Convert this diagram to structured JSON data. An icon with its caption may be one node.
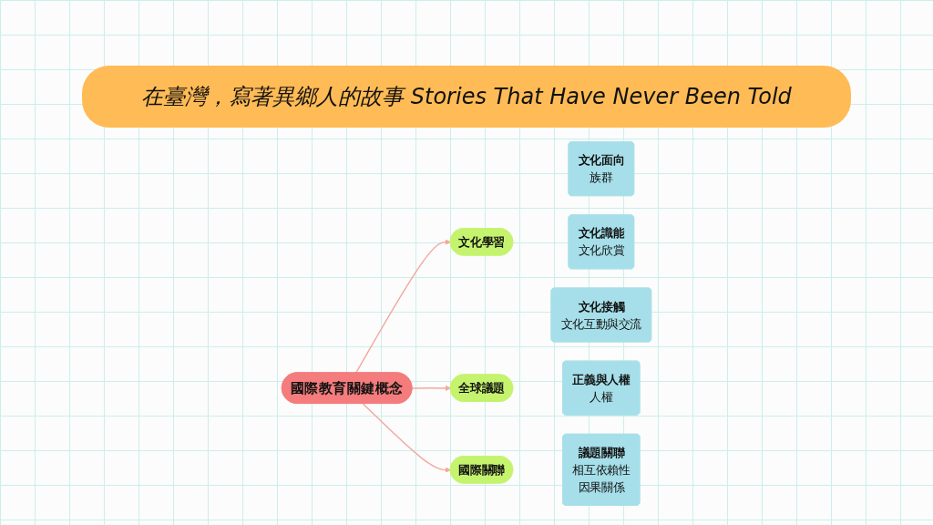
{
  "diagram": {
    "title": "在臺灣，寫著異鄉人的故事 Stories That Have Never Been Told",
    "nodes": [
      {
        "text": [
          "國際教育關鍵概念"
        ]
      },
      {
        "text": [
          "文化學習"
        ]
      },
      {
        "text": [
          "文化面向",
          "族群"
        ]
      },
      {
        "text": [
          "文化識能",
          "文化欣賞"
        ]
      },
      {
        "text": [
          "文化接觸",
          "文化互動與交流"
        ]
      },
      {
        "text": [
          "全球議題"
        ]
      },
      {
        "text": [
          "正義與人權",
          "人權"
        ]
      },
      {
        "text": [
          "國際關聯"
        ]
      },
      {
        "text": [
          "議題關聯",
          "相互依賴性",
          "因果關係"
        ]
      }
    ],
    "edges": [
      {
        "from": 0,
        "to": 1,
        "arrow": "to"
      },
      {
        "from": 0,
        "to": 5,
        "arrow": "to"
      },
      {
        "from": 0,
        "to": 7,
        "arrow": "to"
      }
    ]
  }
}
